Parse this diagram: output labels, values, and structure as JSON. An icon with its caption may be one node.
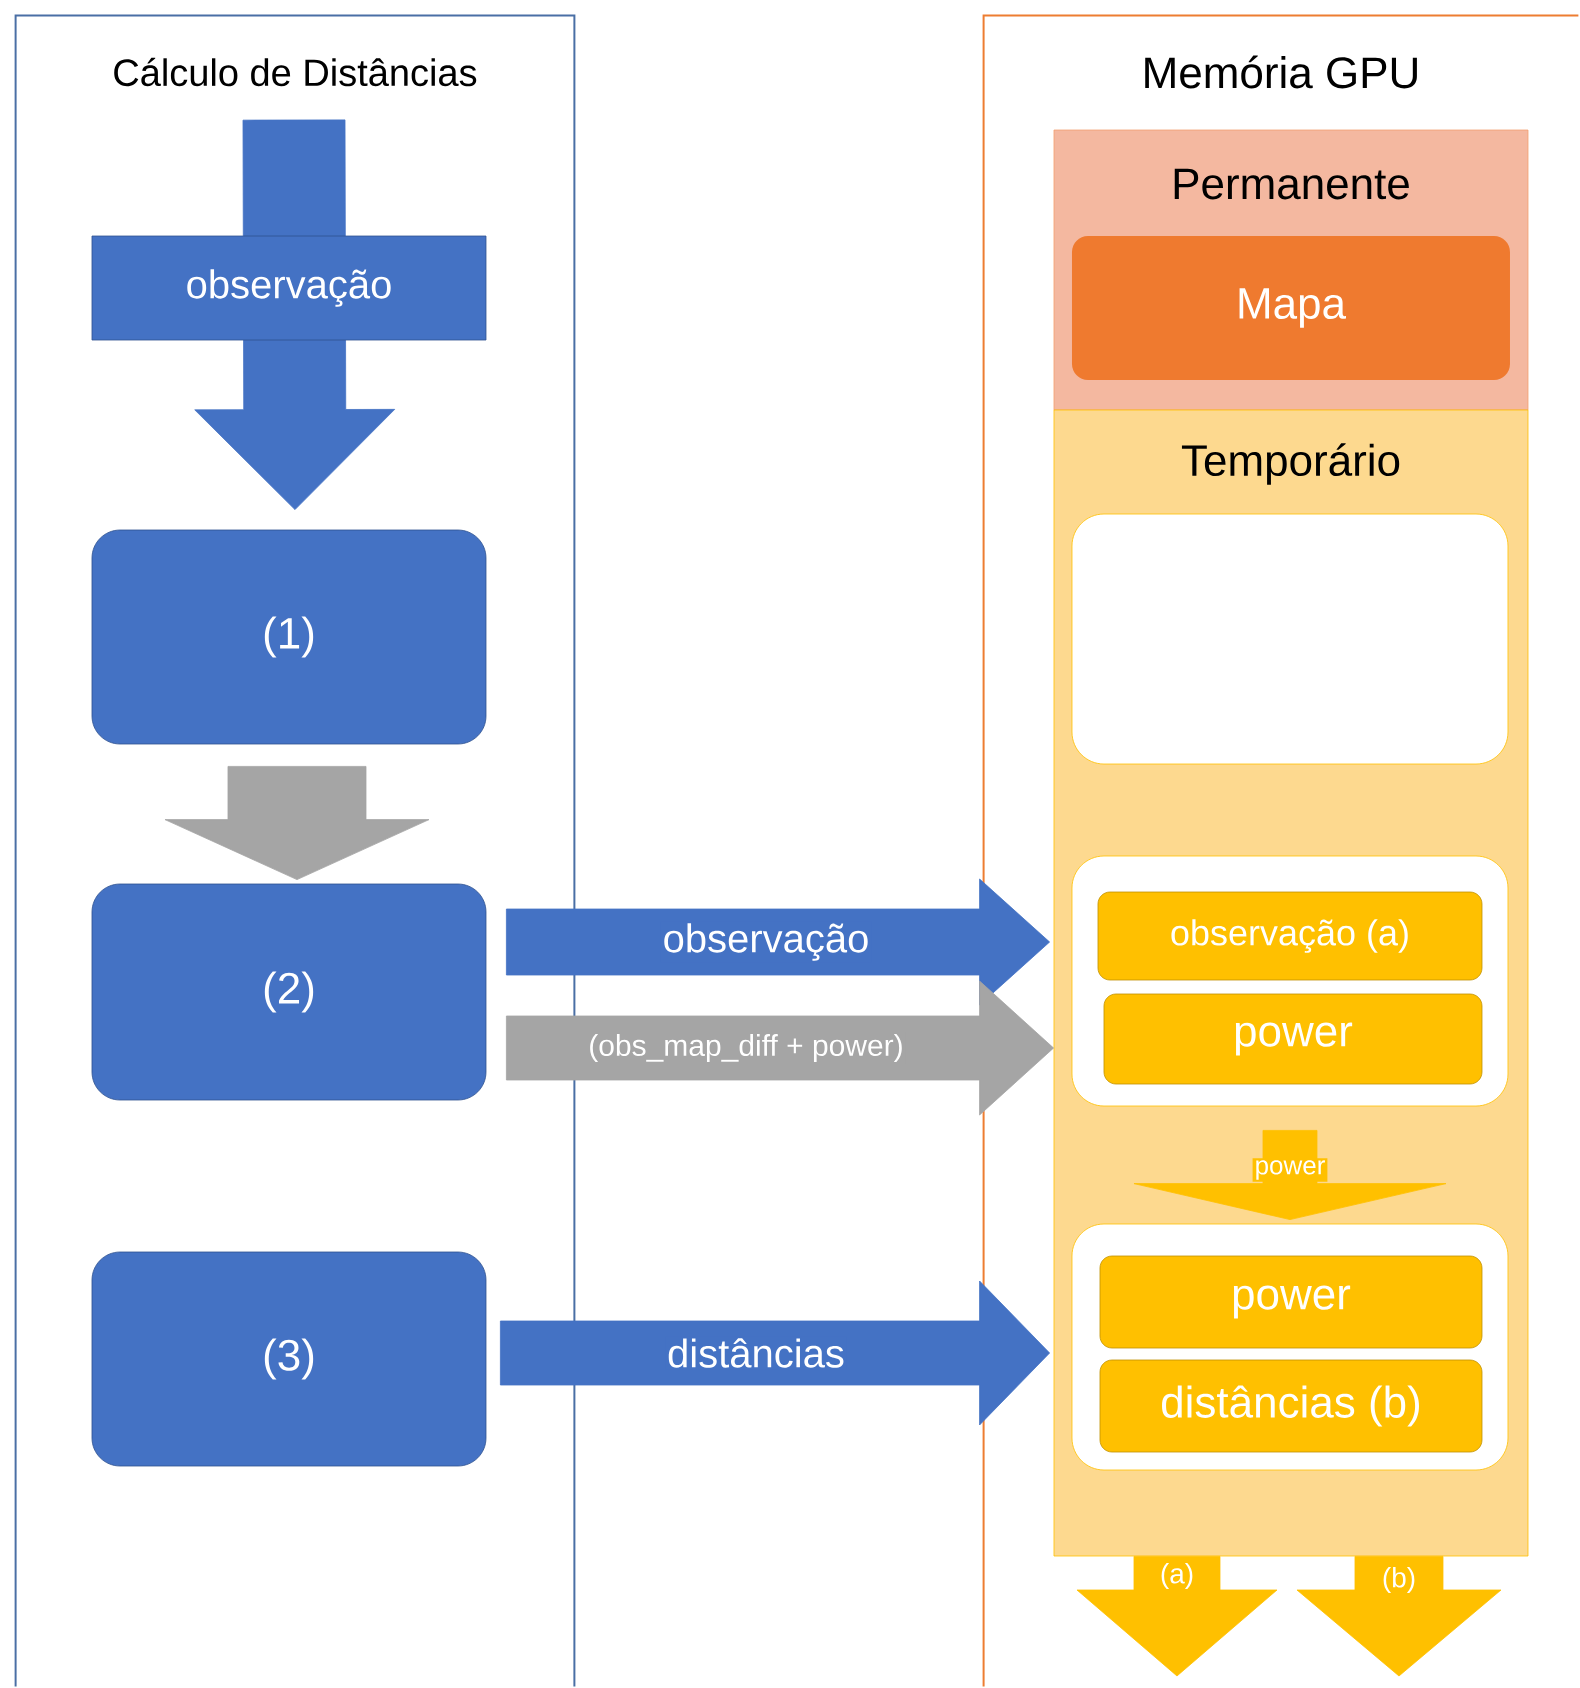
{
  "diagram": {
    "nodes": [
      {
        "text": [
          "Cálculo de Distâncias"
        ]
      },
      {
        "text": [
          "Memória GPU"
        ]
      },
      {
        "text": [
          "Permanente"
        ],
        "in": 1
      },
      {
        "text": [
          "Mapa"
        ],
        "in": 2
      },
      {
        "text": [
          "Temporário"
        ],
        "in": 1
      },
      {
        "text": [],
        "shape": "box",
        "in": 4
      },
      {
        "text": [],
        "shape": "box",
        "in": 4
      },
      {
        "text": [
          "observação (a)"
        ],
        "in": 6
      },
      {
        "text": [
          "power"
        ],
        "in": 6
      },
      {
        "text": [],
        "shape": "box",
        "in": 4
      },
      {
        "text": [
          "power"
        ],
        "in": 9
      },
      {
        "text": [
          "distâncias (b)"
        ],
        "in": 9
      },
      {
        "text": [
          "(1)"
        ],
        "in": 0
      },
      {
        "text": [
          "(2)"
        ],
        "in": 0
      },
      {
        "text": [
          "(3)"
        ],
        "in": 0
      }
    ],
    "edges": [
      {
        "from": null,
        "to": 12,
        "arrow": "to",
        "label": "observação"
      },
      {
        "from": 12,
        "to": 13,
        "arrow": "to",
        "color": "#a5a5a5"
      },
      {
        "from": 13,
        "to": 6,
        "arrow": "to",
        "label": "observação"
      },
      {
        "from": 13,
        "to": 6,
        "arrow": "to",
        "label": "(obs_map_diff + power)",
        "color": "#a5a5a5"
      },
      {
        "from": 14,
        "to": 9,
        "arrow": "to",
        "label": "distâncias"
      },
      {
        "from": 6,
        "to": 9,
        "arrow": "to",
        "label": "power",
        "color": "#ffc000"
      },
      {
        "from": 4,
        "to": null,
        "arrow": "to",
        "label": "(a)",
        "color": "#ffc000"
      },
      {
        "from": 4,
        "to": null,
        "arrow": "to",
        "label": "(b)",
        "color": "#ffc000"
      }
    ]
  }
}
